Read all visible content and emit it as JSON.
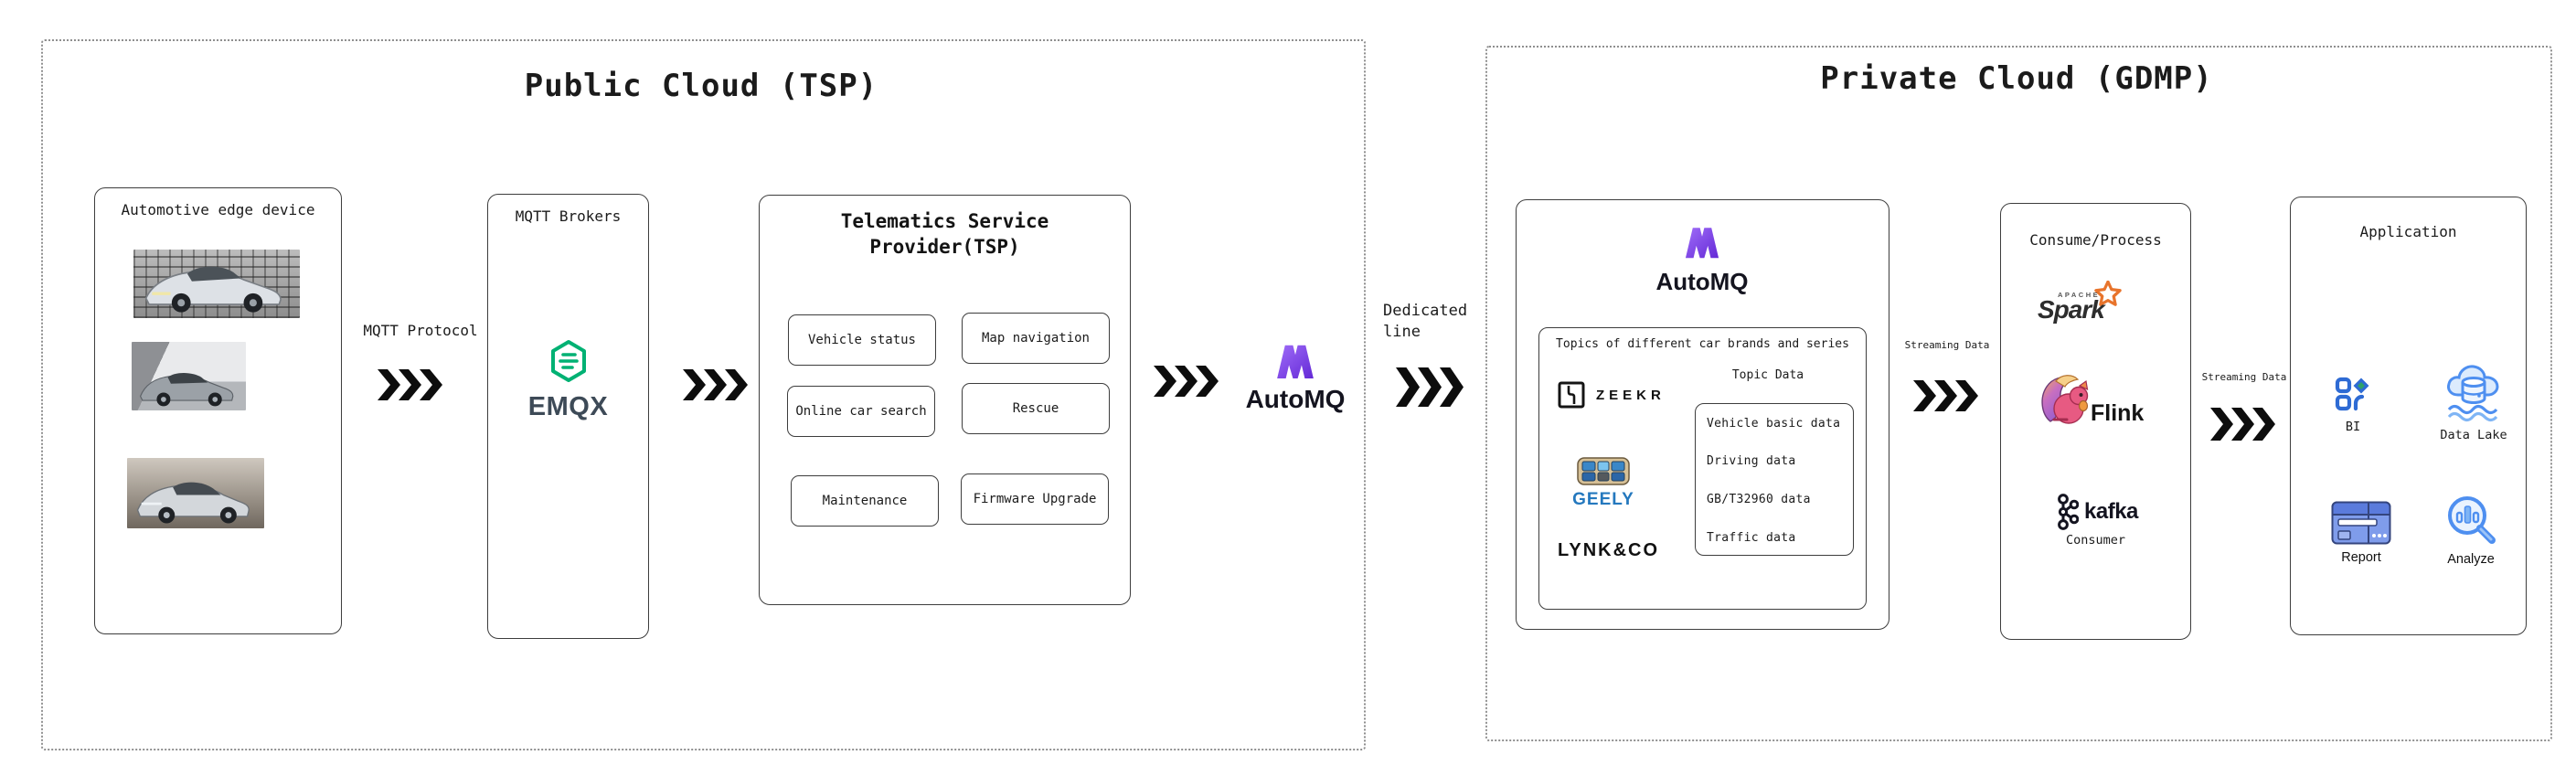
{
  "public_cloud": {
    "title": "Public Cloud (TSP)",
    "edge_device": {
      "title": "Automotive edge device"
    },
    "mqtt_protocol_label": "MQTT Protocol",
    "mqtt_brokers": {
      "title": "MQTT Brokers",
      "logo": "EMQX"
    },
    "tsp": {
      "title_line1": "Telematics Service",
      "title_line2": "Provider(TSP)",
      "services": [
        "Vehicle status",
        "Map navigation",
        "Online car search",
        "Rescue",
        "Maintenance",
        "Firmware Upgrade"
      ]
    },
    "automq_logo": "AutoMQ"
  },
  "interconnect": {
    "label_line1": "Dedicated",
    "label_line2": "line"
  },
  "private_cloud": {
    "title": "Private Cloud (GDMP)",
    "automq_box": {
      "logo": "AutoMQ",
      "topics": {
        "title": "Topics of different car brands and series",
        "brands": [
          "ZEEKR",
          "GEELY",
          "LYNK&CO"
        ],
        "topic_data_label": "Topic Data",
        "topic_data_items": [
          "Vehicle basic data",
          "Driving data",
          "GB/T32960 data",
          "Traffic data"
        ]
      }
    },
    "streaming_label_left": "Streaming Data",
    "consume_process": {
      "title": "Consume/Process",
      "spark_small_label": "APACHE",
      "spark_label": "Spark",
      "flink_label": "Flink",
      "kafka_label": "kafka",
      "kafka_sub_label": "Consumer"
    },
    "streaming_label_right": "Streaming Data",
    "application": {
      "title": "Application",
      "items": [
        "BI",
        "Data Lake",
        "Report",
        "Analyze"
      ]
    }
  },
  "colors": {
    "emqx_green": "#00b173",
    "automq_purple": "#7c4dff",
    "geely_blue": "#2478be",
    "spark_orange": "#e8742c",
    "flink_pink": "#e75a82",
    "app_icon_blue": "#4285f4",
    "arrow_black": "#0d0d0d"
  }
}
